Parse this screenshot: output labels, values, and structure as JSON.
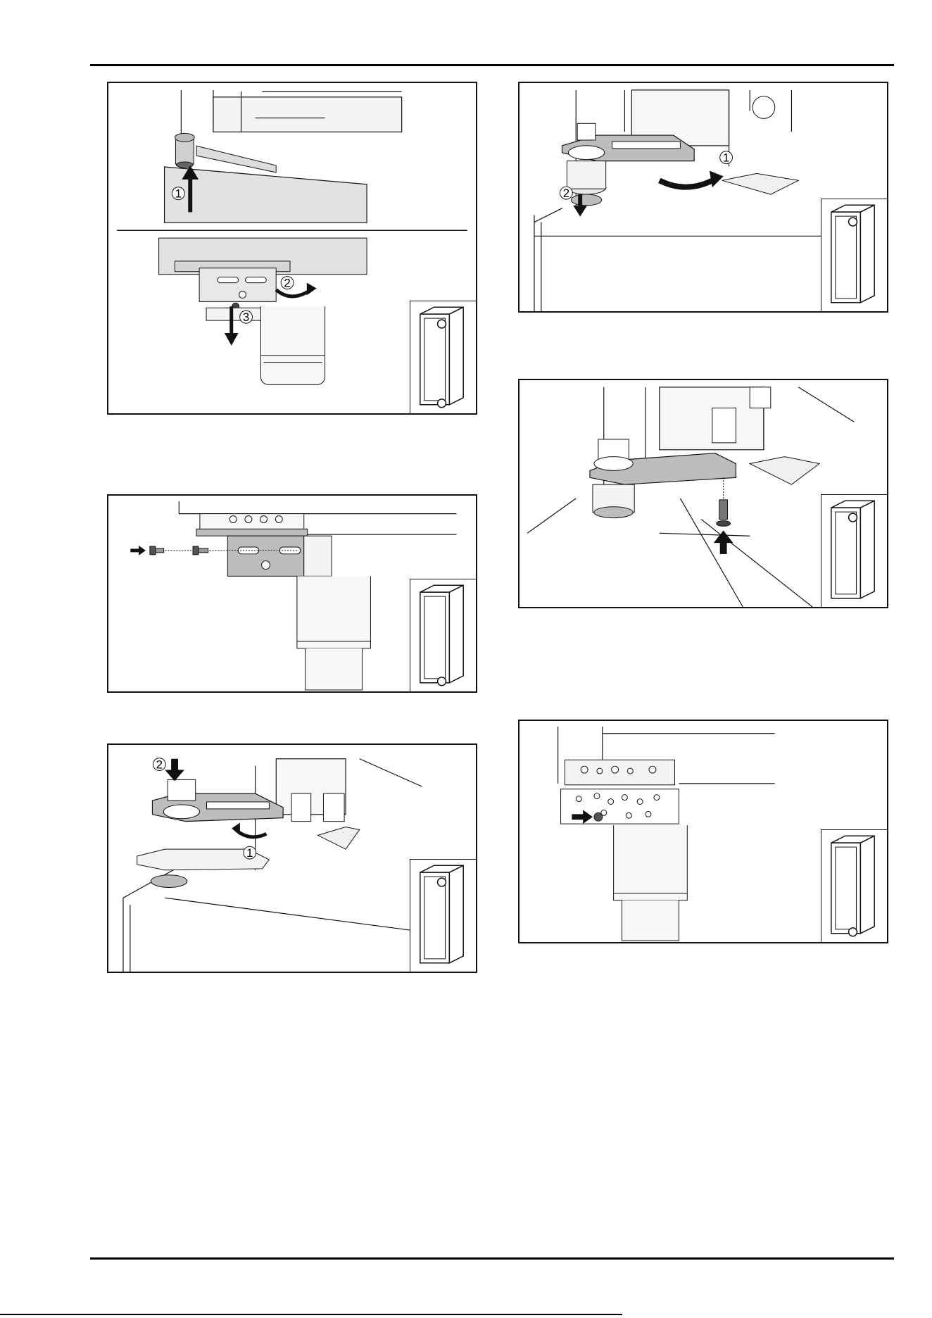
{
  "page": {
    "header_rule": "top-rule",
    "footer_rule": "bottom-rule"
  },
  "figures": [
    {
      "id": "fig-1",
      "callouts": [
        "1",
        "2",
        "3"
      ],
      "inset_marks": "top-and-bottom",
      "divided": true
    },
    {
      "id": "fig-2",
      "callouts": [
        "1",
        "2"
      ],
      "inset_marks": "top"
    },
    {
      "id": "fig-3",
      "callouts": [],
      "inset_marks": "bottom"
    },
    {
      "id": "fig-4",
      "callouts": [],
      "inset_marks": "top"
    },
    {
      "id": "fig-5",
      "callouts": [
        "2",
        "1"
      ],
      "inset_marks": "top"
    },
    {
      "id": "fig-6",
      "callouts": [],
      "inset_marks": "bottom"
    }
  ],
  "colors": {
    "line": "#111111",
    "panel_fill": "#e2e2e2",
    "part_fill": "#bdbdbd",
    "arrow": "#222222"
  }
}
